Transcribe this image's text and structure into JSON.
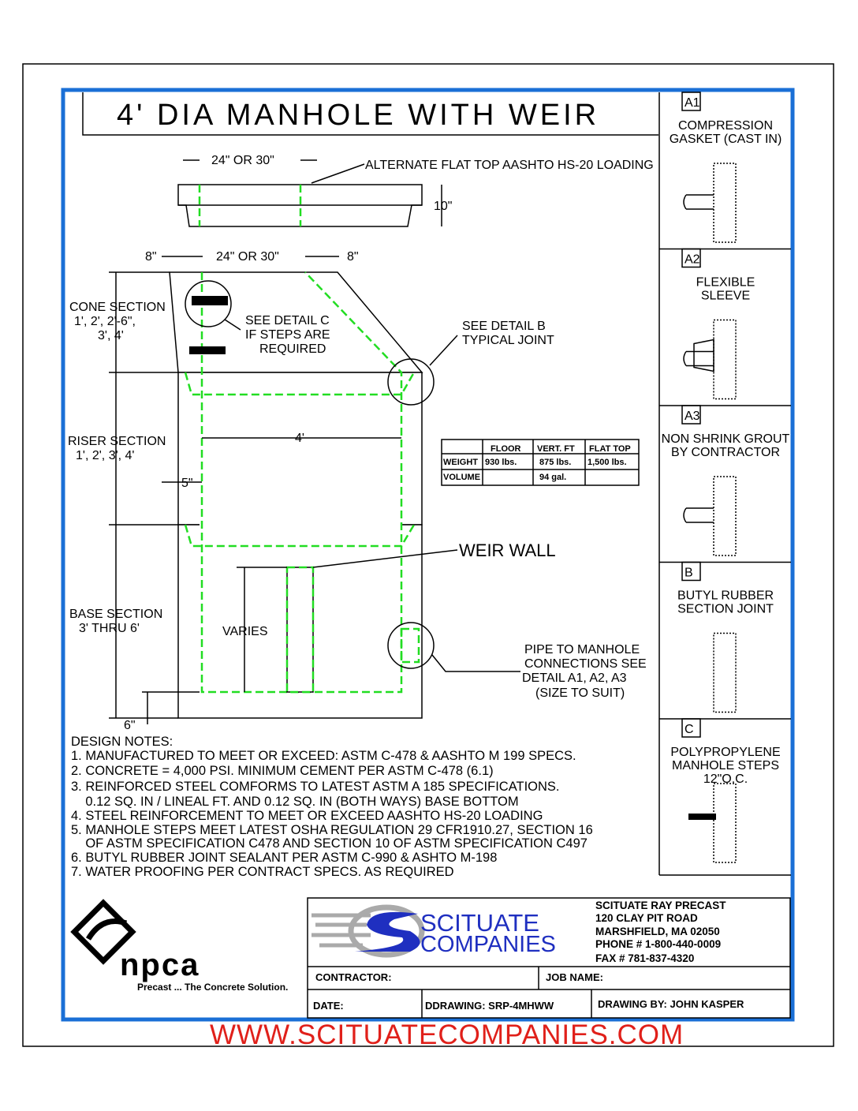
{
  "title": "4' DIA MANHOLE WITH WEIR",
  "top_slab": {
    "opening": "24\" OR 30\"",
    "label": "ALTERNATE FLAT TOP AASHTO HS-20 LOADING",
    "height": "10\""
  },
  "cone_dims": {
    "left": "8\"",
    "opening": "24\" OR 30\"",
    "right": "8\""
  },
  "labels": {
    "cone": [
      "CONE SECTION",
      "1', 2', 2'-6\",",
      "3', 4'"
    ],
    "detail_c": [
      "SEE DETAIL C",
      "IF STEPS ARE",
      "REQUIRED"
    ],
    "detail_b": [
      "SEE DETAIL B",
      "TYPICAL JOINT"
    ],
    "riser": [
      "RISER SECTION",
      "1', 2', 3', 4'"
    ],
    "diameter": "4'",
    "wall": "5\"",
    "weir": "WEIR WALL",
    "base": [
      "BASE SECTION",
      "3' THRU 6'"
    ],
    "varies": "VARIES",
    "pipe": [
      "PIPE TO MANHOLE",
      "CONNECTIONS SEE",
      "DETAIL A1, A2, A3",
      "(SIZE TO SUIT)"
    ],
    "base_thk": "6\""
  },
  "table": {
    "headers": [
      "",
      "FLOOR",
      "VERT. FT",
      "FLAT TOP"
    ],
    "rows": [
      [
        "WEIGHT",
        "930 lbs.",
        "875 lbs.",
        "1,500 lbs."
      ],
      [
        "VOLUME",
        "",
        "94 gal.",
        ""
      ]
    ]
  },
  "notes": [
    "DESIGN NOTES:",
    "1. MANUFACTURED TO MEET OR EXCEED: ASTM C-478 & AASHTO M 199 SPECS.",
    "2. CONCRETE = 4,000 PSI. MINIMUM CEMENT PER ASTM C-478 (6.1)",
    "3. REINFORCED STEEL COMFORMS TO LATEST ASTM A 185 SPECIFICATIONS.",
    "    0.12 SQ. IN / LINEAL FT. AND 0.12 SQ. IN (BOTH WAYS) BASE BOTTOM",
    "4. STEEL REINFORCEMENT TO MEET OR EXCEED AASHTO HS-20 LOADING",
    "5. MANHOLE STEPS MEET LATEST OSHA REGULATION 29 CFR1910.27, SECTION 16",
    "    OF ASTM SPECIFICATION C478 AND SECTION 10 OF ASTM SPECIFICATION C497",
    "6. BUTYL RUBBER JOINT SEALANT PER ASTM C-990 & ASHTO M-198",
    "7. WATER PROOFING PER CONTRACT SPECS. AS REQUIRED"
  ],
  "details": [
    {
      "id": "A1",
      "title": [
        "COMPRESSION",
        "GASKET (CAST IN)"
      ]
    },
    {
      "id": "A2",
      "title": [
        "FLEXIBLE",
        "SLEEVE"
      ]
    },
    {
      "id": "A3",
      "title": [
        "NON SHRINK GROUT",
        "BY CONTRACTOR"
      ]
    },
    {
      "id": "B",
      "title": [
        "BUTYL RUBBER",
        "SECTION JOINT"
      ]
    },
    {
      "id": "C",
      "title": [
        "POLYPROPYLENE",
        "MANHOLE STEPS",
        "12\"O.C."
      ]
    }
  ],
  "npca": {
    "logo": "npca",
    "tagline": "Precast ... The Concrete Solution."
  },
  "company": {
    "logo": [
      "SCITUATE",
      "COMPANIES"
    ],
    "address": [
      "SCITUATE RAY PRECAST",
      "120 CLAY PIT ROAD",
      "MARSHFIELD, MA  02050",
      "PHONE # 1-800-440-0009",
      "FAX # 781-837-4320"
    ]
  },
  "title_block": {
    "contractor": "CONTRACTOR:",
    "job": "JOB NAME:",
    "date": "DATE:",
    "drawing": "DDRAWING: SRP-4MHWW",
    "drawn_by": "DRAWING BY: JOHN KASPER"
  },
  "website": "WWW.SCITUATECOMPANIES.COM",
  "colors": {
    "frame": "#1a6fd6",
    "dash": "#22dd22",
    "website": "#e0201a",
    "logo_blue": "#1f2fc0"
  }
}
